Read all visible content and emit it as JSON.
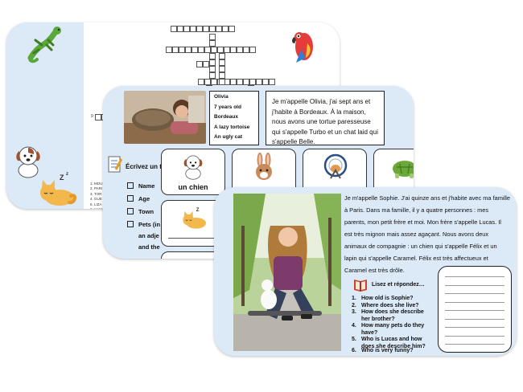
{
  "sheet_crossword": {
    "clues": [
      "1. MOU",
      "2. PARI",
      "3. TOR",
      "4. GUE",
      "5. LIZA",
      "6. HAM",
      "7. LIZ",
      "8. CH",
      "9. CHE",
      "10. CA"
    ],
    "grid_number": "9"
  },
  "sheet_olivia": {
    "info": [
      "Olivia",
      "7 years old",
      "Bordeaux",
      "A lazy tortoise",
      "An ugly cat"
    ],
    "paragraph": "Je m'appelle Olivia, j'ai sept ans et j'habite à Bordeaux. À la maison, nous avons une tortue paresseuse qui s'appelle Turbo et un chat laid qui s'appelle Belle.",
    "writing_title": "Écrivez un t",
    "checklist": [
      "Name",
      "Age",
      "Town",
      "Pets (in"
    ],
    "checklist_extra": [
      "an adje",
      "and the"
    ],
    "card_label": "un chien"
  },
  "sheet_sophie": {
    "paragraph": "Je m'appelle Sophie. J'ai quinze ans et j'habite avec ma famille à Paris. Dans ma famille, il y a quatre personnes : mes parents, mon petit frère et moi. Mon frère s'appelle Lucas. Il est très mignon mais assez agaçant. Nous avons deux animaux de compagnie : un chien qui s'appelle Félix et un lapin qui s'appelle Caramel. Félix est très affectueux et Caramel est très drôle.",
    "questions_title": "Lisez et répondez…",
    "questions": [
      {
        "n": "1.",
        "text": "How old is Sophie?"
      },
      {
        "n": "2.",
        "text": "Where does she live?"
      },
      {
        "n": "3.",
        "text": "How does she describe her brother?"
      },
      {
        "n": "4.",
        "text": "How many pets do they have?"
      },
      {
        "n": "5.",
        "text": "Who is Lucas and how does she describe him?"
      },
      {
        "n": "6.",
        "text": "Who is very funny?"
      }
    ]
  },
  "icons": [
    "lizard-icon",
    "parrot-icon",
    "dog-icon",
    "sleeping-cat-icon",
    "rabbit-icon",
    "hamster-wheel-icon",
    "tortoise-icon",
    "book-icon",
    "notepad-icon"
  ]
}
